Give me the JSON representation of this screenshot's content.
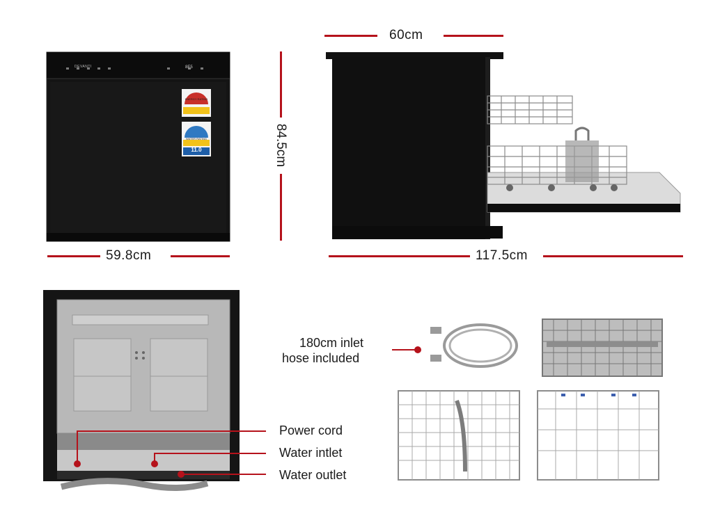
{
  "dimensions": {
    "front_width": "59.8cm",
    "height": "84.5cm",
    "depth": "60cm",
    "depth_open": "117.5cm"
  },
  "brand": {
    "logo_text": "DEVANTI"
  },
  "control_panel": {
    "display": "8E5"
  },
  "labels": {
    "energy": "ENERGY RATING",
    "water": "WATER RATING",
    "water_value": "11.0"
  },
  "accessories": {
    "hose_note_line1": "180cm inlet",
    "hose_note_line2": "hose included"
  },
  "rear_callouts": {
    "power": "Power cord",
    "inlet": "Water intlet",
    "outlet": "Water outlet"
  },
  "colors": {
    "accent": "#b5121b",
    "appliance": "#111111"
  }
}
